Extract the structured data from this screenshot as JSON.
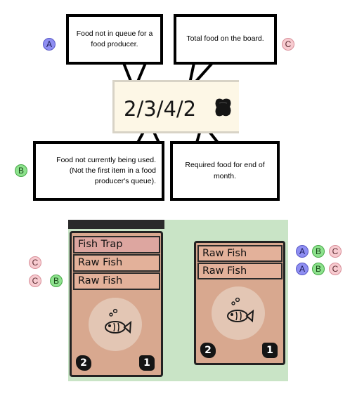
{
  "callouts": {
    "a_text": "Food not in queue for a food producer.",
    "c_text": "Total food on the board.",
    "b_text": "Food not currently being used. (Not the first item in a food producer's queue).",
    "d_text": "Required food for end of month."
  },
  "badges": {
    "a": "A",
    "b": "B",
    "c": "C"
  },
  "counter": {
    "value": "2/3/4/2"
  },
  "cards": {
    "left": {
      "labels": [
        "Fish Trap",
        "Raw Fish",
        "Raw Fish"
      ],
      "cost": "2",
      "value": "1"
    },
    "right": {
      "labels": [
        "Raw Fish",
        "Raw Fish"
      ],
      "cost": "2",
      "value": "1"
    }
  },
  "colors": {
    "badge_a": "#8e8ef2",
    "badge_b": "#8de28d",
    "badge_c": "#f7cbd0",
    "board": "#c9e4c6",
    "card": "#d8a88f",
    "fish_trap_label": "#dda6a0"
  },
  "icons": [
    "food-icon",
    "fish-icon"
  ]
}
